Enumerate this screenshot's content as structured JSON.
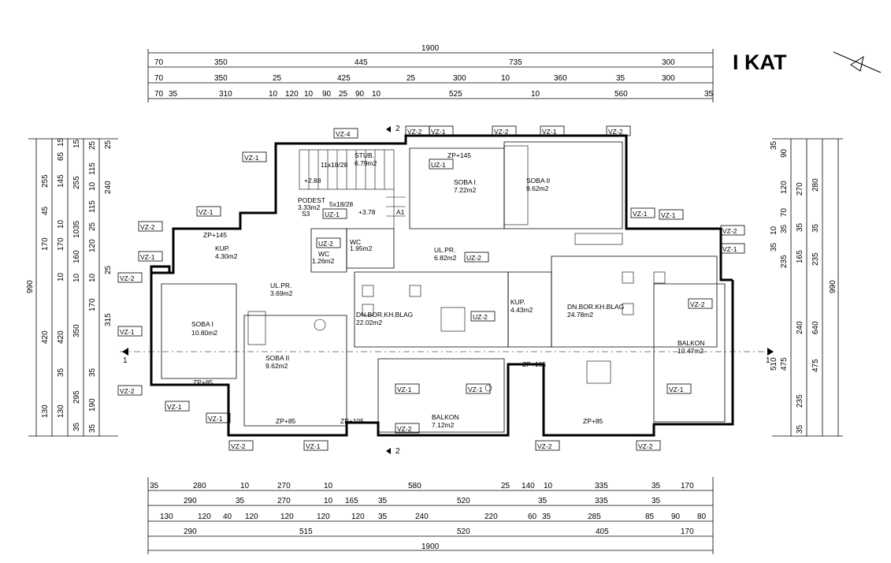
{
  "title": "I KAT",
  "dim_top": {
    "total": "1900",
    "row1": [
      "70",
      "350",
      "445",
      "735",
      "300"
    ],
    "row2": [
      "70",
      "350",
      "25",
      "425",
      "25",
      "300",
      "10",
      "360",
      "35",
      "300"
    ],
    "row3": [
      "70",
      "35",
      "310",
      "10",
      "120",
      "10",
      "90",
      "25",
      "90",
      "10",
      "525",
      "10",
      "560",
      "35"
    ]
  },
  "dim_bottom": {
    "row1": [
      "35",
      "280",
      "10",
      "270",
      "10",
      "580",
      "25",
      "140",
      "10",
      "335",
      "35",
      "170"
    ],
    "row2": [
      "290",
      "35",
      "270",
      "10",
      "165",
      "35",
      "520",
      "35",
      "335",
      "35"
    ],
    "row3": [
      "130",
      "120",
      "40",
      "120",
      "120",
      "120",
      "120",
      "35",
      "240",
      "220",
      "60",
      "35",
      "285",
      "85",
      "90",
      "80"
    ],
    "row4": [
      "290",
      "515",
      "520",
      "405",
      "170"
    ],
    "total": "1900"
  },
  "dim_left": {
    "total": "990",
    "col_a": [
      "255",
      "45",
      "170",
      "420",
      "130"
    ],
    "col_b": [
      "15",
      "65",
      "145",
      "10",
      "170",
      "10",
      "420",
      "35",
      "130"
    ],
    "col_c": [
      "15",
      "255",
      "35",
      "10",
      "160",
      "10",
      "350",
      "295",
      "35"
    ],
    "col_d": [
      "25",
      "115",
      "10",
      "115",
      "25",
      "120",
      "10",
      "170",
      "35",
      "190",
      "35"
    ],
    "col_e": [
      "25",
      "240",
      "25",
      "315"
    ]
  },
  "dim_right": {
    "total": "990",
    "col_a": [
      "280",
      "35",
      "235",
      "640",
      "475"
    ],
    "col_b": [
      "270",
      "35",
      "165",
      "240",
      "235",
      "35"
    ],
    "col_c": [
      "90",
      "120",
      "70",
      "35",
      "235",
      "475"
    ],
    "col_d": [
      "35",
      "10",
      "35",
      "510"
    ]
  },
  "rooms": [
    {
      "name": "SOBA I",
      "area": "10.80m2"
    },
    {
      "name": "SOBA II",
      "area": "9.62m2"
    },
    {
      "name": "SOBA I",
      "area": "7.22m2"
    },
    {
      "name": "SOBA II",
      "area": "9.62m2"
    },
    {
      "name": "DN.BOR.KH.BLAG",
      "area": "22.02m2"
    },
    {
      "name": "DN.BOR.KH.BLAG",
      "area": "24.78m2"
    },
    {
      "name": "UL.PR.",
      "area": "6.82m2"
    },
    {
      "name": "UL.PR.",
      "area": "3.69m2"
    },
    {
      "name": "KUP.",
      "area": "4.30m2"
    },
    {
      "name": "KUP.",
      "area": "4.43m2"
    },
    {
      "name": "WC",
      "area": "1.26m2"
    },
    {
      "name": "WC",
      "area": "1.95m2"
    },
    {
      "name": "STUB.",
      "area": "6.79m2"
    },
    {
      "name": "PODEST",
      "area": "3.33m2"
    },
    {
      "name": "BALKON",
      "area": "7.12m2"
    },
    {
      "name": "BALKON",
      "area": "10.47m2"
    }
  ],
  "stair": {
    "flight1": "11x18/28",
    "flight2": "5x18/28",
    "level1": "+2.88",
    "level2": "+3.78"
  },
  "tags": [
    "VZ-1",
    "VZ-2",
    "VZ-4",
    "UZ-1",
    "UZ-2",
    "ZP+145",
    "ZP+85",
    "ZP+105",
    "ZP+165",
    "S3",
    "A1"
  ],
  "section": {
    "mark1": "1",
    "mark2": "2"
  }
}
